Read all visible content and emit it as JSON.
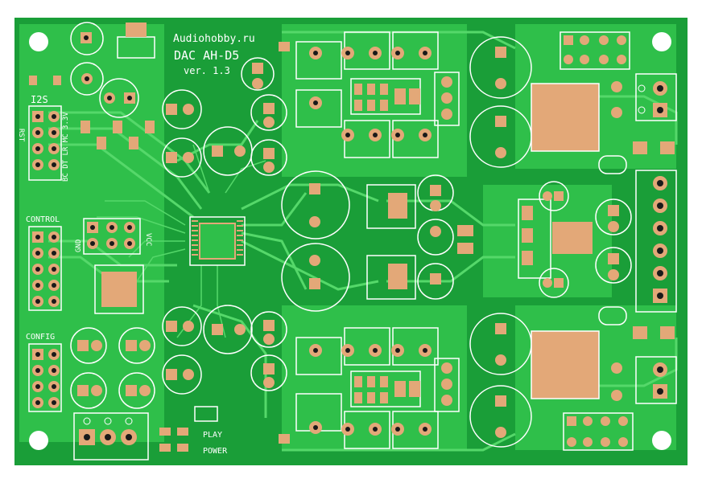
{
  "board": {
    "title": "Audiohobby.ru",
    "model": "DAC AH-D5",
    "version": "ver. 1.3",
    "colors": {
      "substrate": "#ffffff",
      "mask": "#1a9e38",
      "copper": "#2fbf4a",
      "trace": "#55d86a",
      "pad": "#e3a878",
      "drill": "#1a1a1a",
      "silk": "#ffffff"
    }
  },
  "labels": {
    "i2s": "I2S",
    "rst": "RST",
    "pins": "BC DT LR MC 3.3V",
    "control": "CONTROL",
    "config": "CONFIG",
    "gnd": "GND",
    "vcc": "VCC",
    "play": "PLAY",
    "power": "POWER"
  }
}
